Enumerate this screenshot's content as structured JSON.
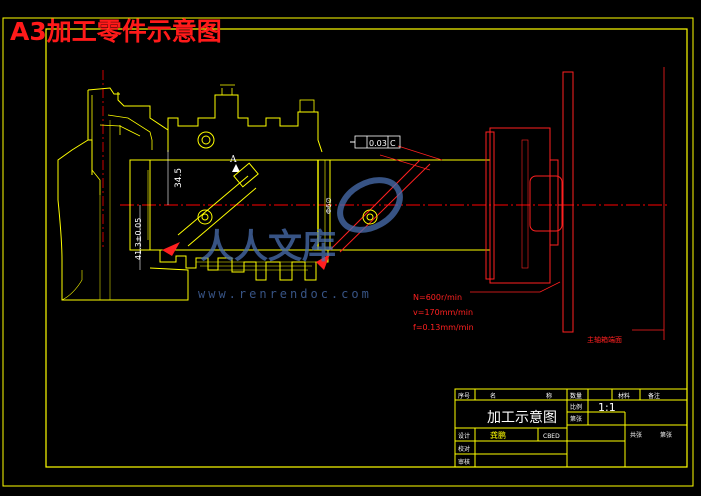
{
  "page_title": "A3加工零件示意图",
  "dimensions": {
    "d_345": "34.5",
    "d_413": "41.3±0.05",
    "d_right": "Ф6∅"
  },
  "tolerance_frame": {
    "value": "0.03",
    "datum": "C"
  },
  "datum_mark": "A",
  "cutting_params": {
    "speed": "N=600r/min",
    "feed_v": "v=170mm/min",
    "feed_f": "f=0.13mm/min"
  },
  "spindle_label": "主轴箱端面",
  "watermark": {
    "text": "人人文库",
    "url": "www.renrendoc.com"
  },
  "title_block": {
    "headers": [
      "序号",
      "名",
      "称",
      "数量",
      "材料",
      "备注"
    ],
    "drawing_name": "加工示意图",
    "scale_label": "比例",
    "scale_value": "1:1",
    "sheet_label": "第张",
    "designer_label": "设计",
    "designer_value": "龚鹏",
    "org": "CBED",
    "checker_label": "校对",
    "approver_label": "审核",
    "total_label": "共张",
    "sheet_of_label": "第张"
  },
  "colors": {
    "background": "#000000",
    "frame": "#ffff00",
    "part": "#ffff00",
    "centerline": "#ff0000",
    "dimension": "#ffffff",
    "tool": "#ff0000",
    "watermark": "#4a6fb0"
  }
}
